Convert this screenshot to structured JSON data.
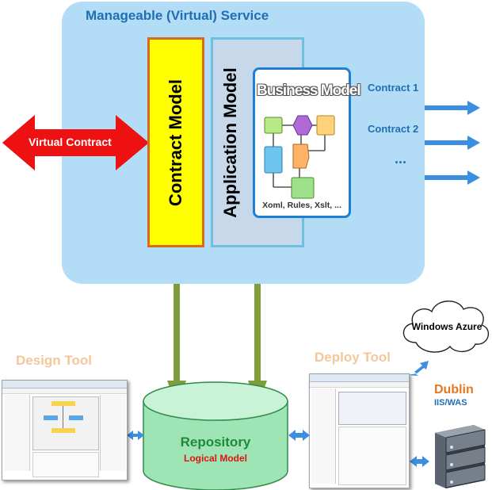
{
  "service": {
    "title": "Manageable (Virtual) Service"
  },
  "contract_model": {
    "label": "Contract Model"
  },
  "application_model": {
    "label": "Application Model"
  },
  "business_model": {
    "title": "Business Model",
    "footer": "Xoml, Rules, Xslt, ..."
  },
  "virtual_contract": {
    "label": "Virtual Contract"
  },
  "contracts": {
    "items": [
      "Contract 1",
      "Contract 2"
    ],
    "more": "..."
  },
  "design_tool": {
    "label": "Design Tool"
  },
  "deploy_tool": {
    "label": "Deploy Tool"
  },
  "repository": {
    "title": "Repository",
    "subtitle": "Logical Model"
  },
  "cloud": {
    "label": "Windows Azure"
  },
  "dublin": {
    "title": "Dublin",
    "subtitle": "IIS/WAS"
  },
  "colors": {
    "service_bg": "#b3dcf6",
    "contract_fill": "#ffff00",
    "contract_border": "#d66b1f",
    "app_fill": "#c7d8ea",
    "virtual_arrow": "#ee1111",
    "contract_arrow": "#3b8ee0",
    "repo_arrow": "#7f9d3b",
    "repository_fill": "#9ee4b4"
  }
}
